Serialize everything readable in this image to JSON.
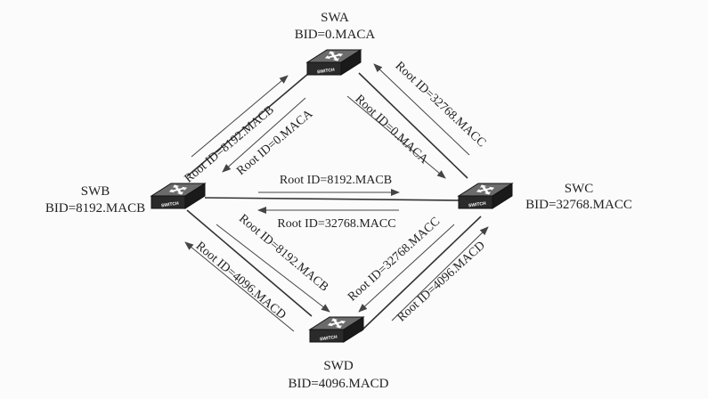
{
  "switches": [
    {
      "id": "swa",
      "name": "SWA",
      "bid": "BID=0.MACA",
      "icon_text": "SWITCH"
    },
    {
      "id": "swb",
      "name": "SWB",
      "bid": "BID=8192.MACB",
      "icon_text": "SWITCH"
    },
    {
      "id": "swc",
      "name": "SWC",
      "bid": "BID=32768.MACC",
      "icon_text": "SWITCH"
    },
    {
      "id": "swd",
      "name": "SWD",
      "bid": "BID=4096.MACD",
      "icon_text": "SWITCH"
    }
  ],
  "links": [
    {
      "id": "a-b",
      "from": "SWA",
      "to": "SWB"
    },
    {
      "id": "a-c",
      "from": "SWA",
      "to": "SWC"
    },
    {
      "id": "b-c",
      "from": "SWB",
      "to": "SWC"
    },
    {
      "id": "b-d",
      "from": "SWB",
      "to": "SWD"
    },
    {
      "id": "c-d",
      "from": "SWC",
      "to": "SWD"
    }
  ],
  "messages": {
    "b_to_a": "Root ID=8192.MACB",
    "a_to_b": "Root ID=0.MACA",
    "c_to_a": "Root ID=32768.MACC",
    "a_to_c": "Root ID=0.MACA",
    "b_to_c": "Root ID=8192.MACB",
    "c_to_b": "Root ID=32768.MACC",
    "d_to_b": "Root ID=4096.MACD",
    "b_to_d": "Root ID=8192.MACB",
    "c_to_d": "Root ID=32768.MACC",
    "d_to_c": "Root ID=4096.MACD"
  },
  "colors": {
    "switch_top": "#4a4a4a",
    "switch_side": "#1e1e1e",
    "line": "#333333"
  },
  "icons": {
    "switch": "network-switch-icon",
    "arrows": "four-way-arrows-icon"
  }
}
